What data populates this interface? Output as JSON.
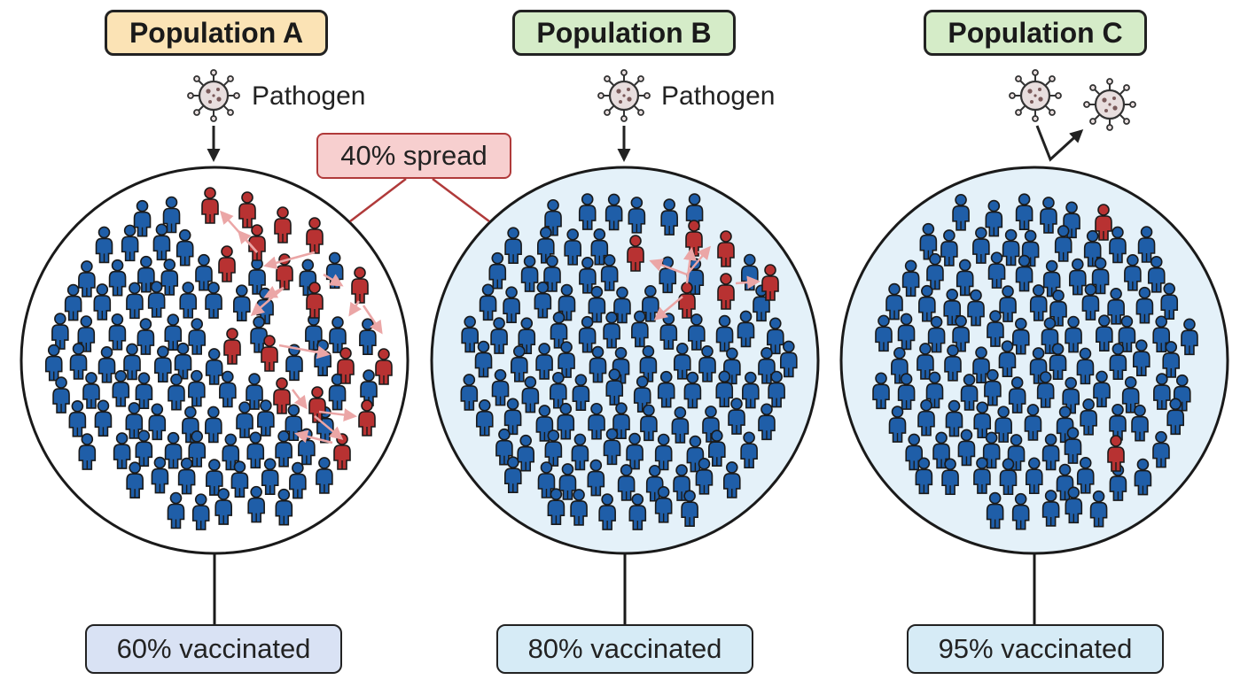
{
  "populations": [
    {
      "title": "Population A",
      "pathogen_label": "Pathogen",
      "vaccinated_label": "60% vaccinated",
      "vaccinated_percent": 60,
      "infected_count": 17,
      "title_color": "#fbe3b5",
      "label_color": "#d9e2f4",
      "circle_fill": "#ffffff"
    },
    {
      "title": "Population B",
      "pathogen_label": "Pathogen",
      "vaccinated_label": "80% vaccinated",
      "vaccinated_percent": 80,
      "infected_count": 6,
      "title_color": "#d5ecc8",
      "label_color": "#d6ebf6",
      "circle_fill": "#e4f1f9"
    },
    {
      "title": "Population C",
      "pathogen_label": "",
      "vaccinated_label": "95% vaccinated",
      "vaccinated_percent": 95,
      "infected_count": 2,
      "title_color": "#d5ecc8",
      "label_color": "#d6ebf6",
      "circle_fill": "#e4f1f9"
    }
  ],
  "spread_callout": "40% spread",
  "colors": {
    "vaccinated_person": "#1f5ea8",
    "infected_person": "#b83232",
    "spread_arrow": "#eba6a6",
    "virus_fill": "#e8dede",
    "callout_border": "#b03a3a",
    "callout_fill": "#f7cfcf"
  },
  "icons": [
    "virus-icon",
    "person-icon",
    "arrow-down-icon",
    "deflect-arrow-icon"
  ]
}
